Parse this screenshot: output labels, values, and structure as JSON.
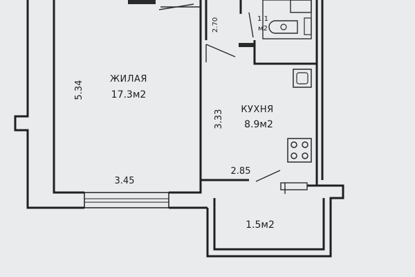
{
  "rooms": {
    "living": {
      "name": "ЖИЛАЯ",
      "area": "17.3м2",
      "height_dim": "5.34",
      "width_dim": "3.45"
    },
    "kitchen": {
      "name": "КУХНЯ",
      "area": "8.9м2",
      "height_dim": "3.33",
      "width_dim": "2.85"
    },
    "bathroom": {
      "area_value": "1.1",
      "area_unit": "м2"
    },
    "corridor": {
      "dim": "2.70"
    },
    "balcony": {
      "area": "1.5м2"
    }
  },
  "colors": {
    "paper": "#e9ebec",
    "ink": "#1f1f1f"
  }
}
